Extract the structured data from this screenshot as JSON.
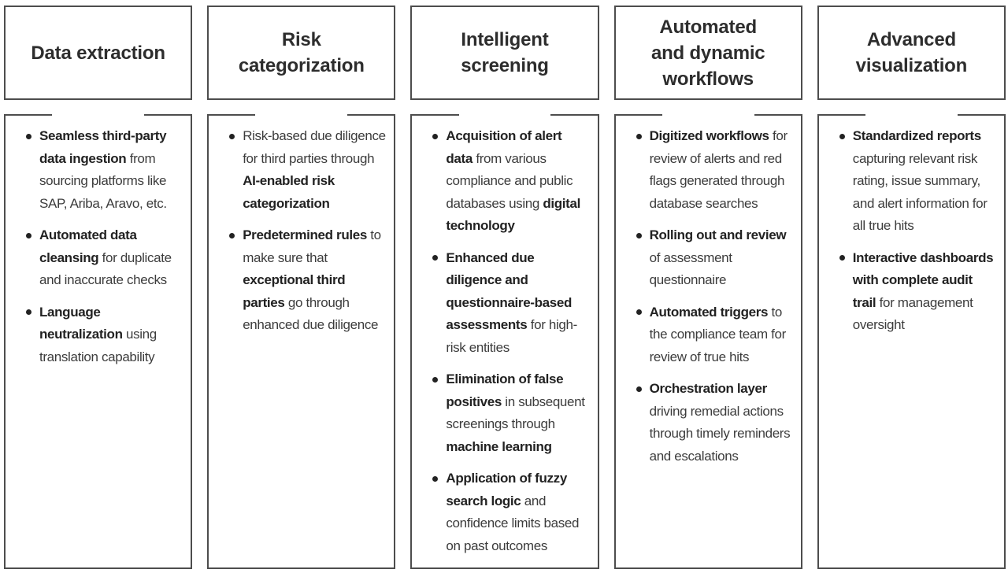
{
  "colors": {
    "border": "#4d4d4d",
    "text": "#3c3c3c",
    "text_bold": "#222222",
    "title": "#2d2d2d",
    "background": "#ffffff"
  },
  "columns": [
    {
      "title": "Data extraction",
      "items": [
        {
          "segments": [
            {
              "text": "Seamless third-party data ingestion",
              "bold": true
            },
            {
              "text": " from sourcing platforms like SAP, Ariba, Aravo, etc.",
              "bold": false
            }
          ]
        },
        {
          "segments": [
            {
              "text": "Automated data cleansing",
              "bold": true
            },
            {
              "text": " for duplicate and inaccurate checks",
              "bold": false
            }
          ]
        },
        {
          "segments": [
            {
              "text": "Language neutralization",
              "bold": true
            },
            {
              "text": " using translation capability",
              "bold": false
            }
          ]
        }
      ]
    },
    {
      "title": "Risk\ncategorization",
      "items": [
        {
          "segments": [
            {
              "text": "Risk-based due diligence for third parties through ",
              "bold": false
            },
            {
              "text": "AI-enabled risk categorization",
              "bold": true
            }
          ]
        },
        {
          "segments": [
            {
              "text": "Predetermined rules",
              "bold": true
            },
            {
              "text": " to make sure that ",
              "bold": false
            },
            {
              "text": "exceptional third parties",
              "bold": true
            },
            {
              "text": " go through enhanced due diligence",
              "bold": false
            }
          ]
        }
      ]
    },
    {
      "title": "Intelligent\nscreening",
      "items": [
        {
          "segments": [
            {
              "text": "Acquisition of alert data",
              "bold": true
            },
            {
              "text": " from various compliance and public databases using ",
              "bold": false
            },
            {
              "text": "digital technology",
              "bold": true
            }
          ]
        },
        {
          "segments": [
            {
              "text": "Enhanced due diligence and questionnaire-based assessments",
              "bold": true
            },
            {
              "text": " for high-risk entities",
              "bold": false
            }
          ]
        },
        {
          "segments": [
            {
              "text": "Elimination of false positives",
              "bold": true
            },
            {
              "text": " in subsequent screenings through ",
              "bold": false
            },
            {
              "text": "machine learning",
              "bold": true
            }
          ]
        },
        {
          "segments": [
            {
              "text": "Application of fuzzy search logic",
              "bold": true
            },
            {
              "text": " and confidence limits based on past outcomes",
              "bold": false
            }
          ]
        }
      ]
    },
    {
      "title": "Automated\nand dynamic\nworkflows",
      "items": [
        {
          "segments": [
            {
              "text": "Digitized workflows",
              "bold": true
            },
            {
              "text": " for review of alerts and red flags generated through database searches",
              "bold": false
            }
          ]
        },
        {
          "segments": [
            {
              "text": "Rolling out and review",
              "bold": true
            },
            {
              "text": " of assessment questionnaire",
              "bold": false
            }
          ]
        },
        {
          "segments": [
            {
              "text": "Automated triggers",
              "bold": true
            },
            {
              "text": " to the compliance team for review of true hits",
              "bold": false
            }
          ]
        },
        {
          "segments": [
            {
              "text": "Orchestration layer",
              "bold": true
            },
            {
              "text": " driving remedial actions through timely reminders and escalations",
              "bold": false
            }
          ]
        }
      ]
    },
    {
      "title": "Advanced\nvisualization",
      "items": [
        {
          "segments": [
            {
              "text": "Standardized reports",
              "bold": true
            },
            {
              "text": " capturing relevant risk rating, issue summary, and alert information for all true hits",
              "bold": false
            }
          ]
        },
        {
          "segments": [
            {
              "text": "Interactive dashboards with complete audit trail",
              "bold": true
            },
            {
              "text": " for management oversight",
              "bold": false
            }
          ]
        }
      ]
    }
  ]
}
